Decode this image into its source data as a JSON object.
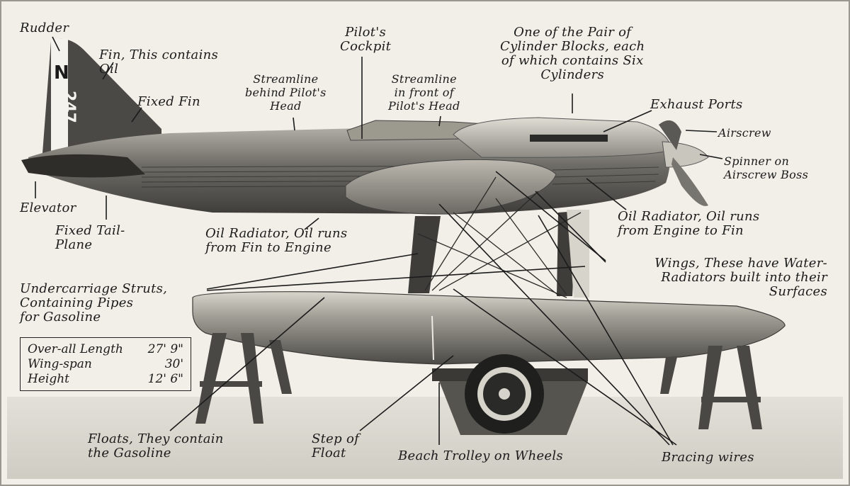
{
  "labels": {
    "rudder": "Rudder",
    "fin": "Fin, This contains\nOil",
    "fixed_fin": "Fixed Fin",
    "elevator": "Elevator",
    "fixed_tailplane": "Fixed Tail-\nPlane",
    "streamline_behind": "Streamline\nbehind Pilot's\nHead",
    "pilots_cockpit": "Pilot's\nCockpit",
    "streamline_front": "Streamline\nin front of\nPilot's Head",
    "cylinder_blocks": "One of the Pair of\nCylinder Blocks, each\nof which contains Six\nCylinders",
    "exhaust_ports": "Exhaust Ports",
    "airscrew": "Airscrew",
    "spinner": "Spinner on\nAirscrew Boss",
    "oil_radiator_engine_fin": "Oil Radiator, Oil runs\nfrom Engine to Fin",
    "oil_radiator_fin_engine": "Oil Radiator, Oil runs\nfrom Fin to Engine",
    "wings": "Wings, These have Water-\nRadiators built into their\nSurfaces",
    "undercarriage": "Undercarriage Struts,\nContaining Pipes\nfor Gasoline",
    "floats": "Floats, They contain\nthe Gasoline",
    "step_of_float": "Step of\nFloat",
    "beach_trolley": "Beach Trolley on Wheels",
    "bracing_wires": "Bracing wires"
  },
  "registration": {
    "letter_n": "N",
    "number": "247"
  },
  "specs": [
    {
      "name": "Over-all Length",
      "value": "27' 9\""
    },
    {
      "name": "Wing-span",
      "value": "30'"
    },
    {
      "name": "Height",
      "value": "12' 6\""
    }
  ],
  "colors": {
    "paper": "#f1efe8",
    "ink": "#1b1b1b",
    "fuselage": "#6e6c66",
    "float": "#8c8a84"
  }
}
